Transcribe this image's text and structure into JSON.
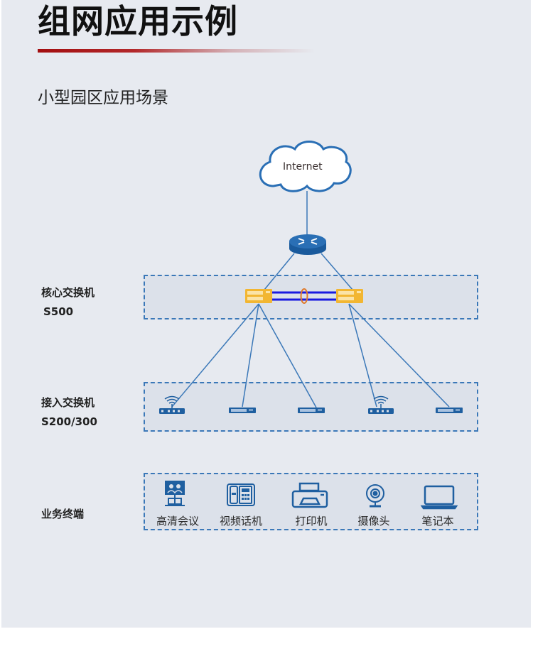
{
  "header": {
    "title": "组网应用示例",
    "subtitle": "小型园区应用场景"
  },
  "diagram": {
    "cloud_label": "Internet",
    "tiers": [
      {
        "name": "核心交换机",
        "model": "S500"
      },
      {
        "name": "接入交换机",
        "model": "S200/300"
      },
      {
        "name": "业务终端",
        "model": ""
      }
    ],
    "access_devices": [
      {
        "type": "wireless-ap",
        "uplink": "core-left"
      },
      {
        "type": "switch",
        "uplink": "core-left"
      },
      {
        "type": "switch",
        "uplink": "core-left"
      },
      {
        "type": "wireless-ap",
        "uplink": "core-right"
      },
      {
        "type": "switch",
        "uplink": "core-right"
      }
    ],
    "terminals": [
      {
        "label": "高清会议",
        "icon": "video-conference-icon"
      },
      {
        "label": "视频话机",
        "icon": "video-phone-icon"
      },
      {
        "label": "打印机",
        "icon": "printer-icon"
      },
      {
        "label": "摄像头",
        "icon": "webcam-icon"
      },
      {
        "label": "笔记本",
        "icon": "laptop-icon"
      }
    ],
    "colors": {
      "accent_red": "#a30e10",
      "line_blue": "#3b78b8",
      "device_blue": "#1f5fa0",
      "core_switch": "#f2b632",
      "stack_link": "#1a1ae0",
      "stack_ring": "#e07a2a"
    }
  }
}
